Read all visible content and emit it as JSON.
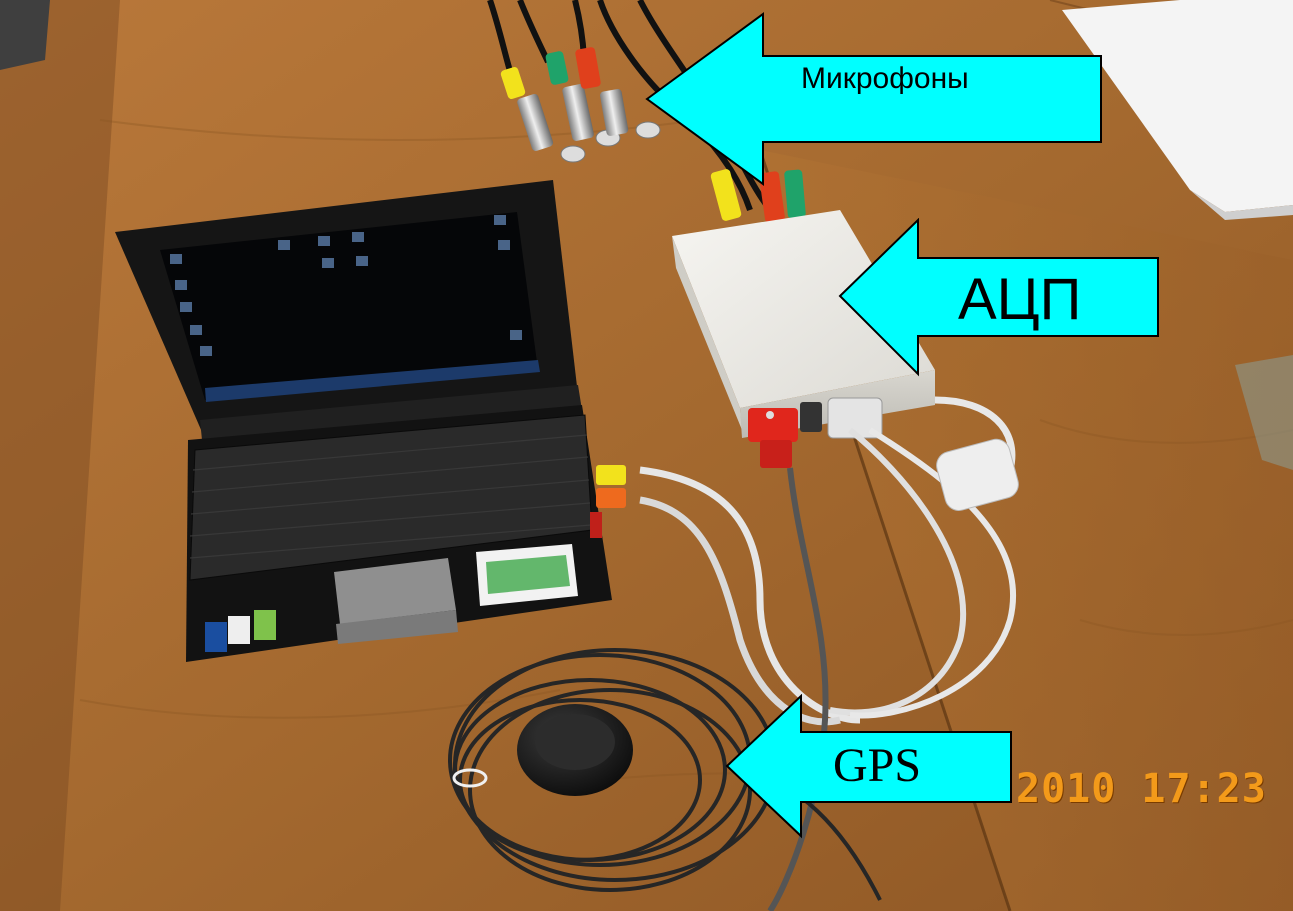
{
  "photo": {
    "description_objects": [
      "laptop",
      "adc-box",
      "microphones",
      "gps-receiver",
      "cables",
      "wooden-table",
      "paper-stack"
    ],
    "colors": {
      "table": "#a0682c",
      "table_dark": "#7c4a1c",
      "arrow_fill": "#00ffff",
      "arrow_stroke": "#000000",
      "laptop": "#1a1a1a",
      "screen": "#050608",
      "adc_box": "#ecebe6",
      "cable_white": "#e8e8e8",
      "date_stamp": "#f39a1a"
    }
  },
  "annotations": {
    "microphones": "Микрофоны",
    "adc": "АЦП",
    "gps": "GPS"
  },
  "date_stamp": "2010  17:23",
  "laptop_screen": {
    "desktop_icon_labels": [],
    "taskbar": true
  }
}
